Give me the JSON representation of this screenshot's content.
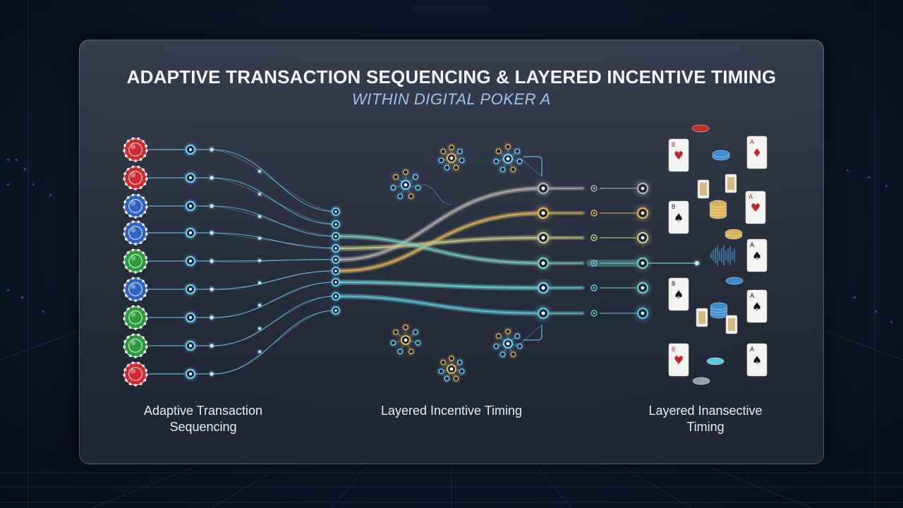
{
  "title": "ADAPTIVE TRANSACTION SEQUENCING & LAYERED INCENTIVE TIMING",
  "subtitle": "WITHIN DIGITAL POKER A",
  "sections": [
    {
      "line1": "Adaptive Transaction",
      "line2": "Sequencing"
    },
    {
      "line1": "Layered Incentive Timing",
      "line2": ""
    },
    {
      "line1": "Layered Inansective",
      "line2": "Timing"
    }
  ],
  "chips": [
    "red",
    "red",
    "blue",
    "blue",
    "green",
    "blue",
    "green",
    "green",
    "red"
  ],
  "lane_colors": [
    "#b8b3ad",
    "#e0b45a",
    "#c9c98a",
    "#7fc9b8",
    "#6fd0d6",
    "#5fc4d9"
  ],
  "colors": {
    "accent": "#6fd3ff",
    "chip_red": "#d42a2f",
    "chip_blue": "#2f63c7",
    "chip_green": "#2a9c3c",
    "gold": "#e0b45a"
  },
  "cards": [
    {
      "rank": "8",
      "suit": "♥"
    },
    {
      "rank": "A",
      "suit": "♦"
    },
    {
      "rank": "8",
      "suit": "♠"
    },
    {
      "rank": "A",
      "suit": "♥"
    },
    {
      "rank": "A",
      "suit": "♠"
    },
    {
      "rank": "8",
      "suit": "♠"
    },
    {
      "rank": "A",
      "suit": "♠"
    },
    {
      "rank": "8",
      "suit": "♥"
    },
    {
      "rank": "A",
      "suit": "♠"
    }
  ]
}
